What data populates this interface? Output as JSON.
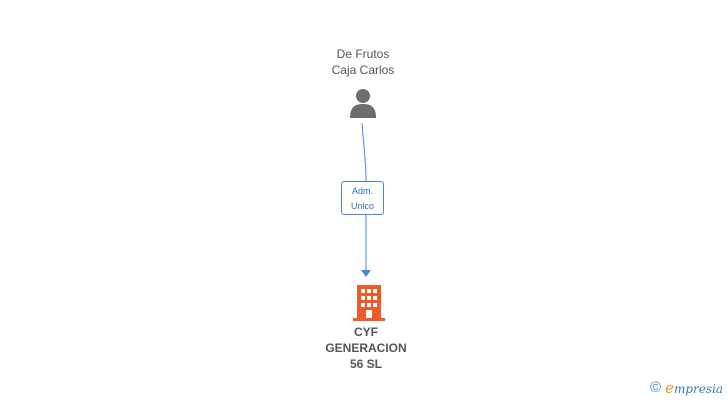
{
  "person": {
    "name_line1": "De Frutos",
    "name_line2": "Caja Carlos",
    "icon": "person-icon",
    "icon_color": "#6e6e6e"
  },
  "relation": {
    "label_line1": "Adm.",
    "label_line2": "Unico",
    "line_color": "#4a86d8"
  },
  "company": {
    "name_line1": "CYF",
    "name_line2": "GENERACION",
    "name_line3": "56 SL",
    "icon": "building-icon",
    "icon_color": "#f05a28"
  },
  "watermark": {
    "symbol": "©",
    "brand_first": "e",
    "brand_rest": "mpresia",
    "brand_text": "empresia",
    "accent_color": "#f29400",
    "brand_color": "#2f7fc0"
  }
}
